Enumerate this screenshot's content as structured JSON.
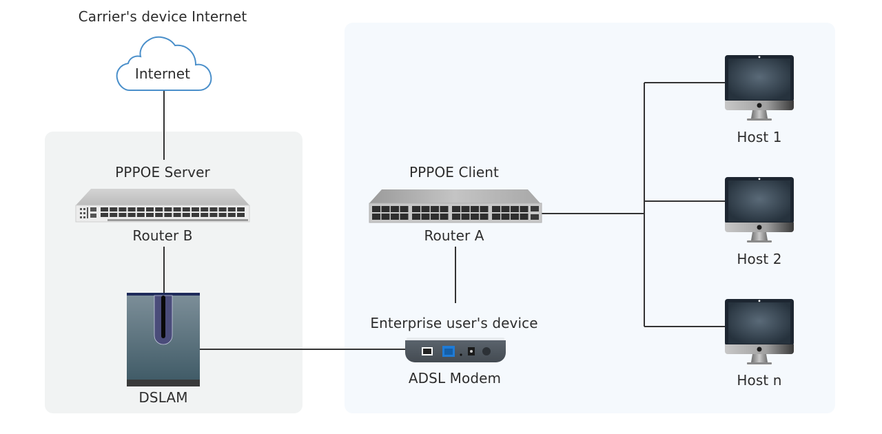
{
  "diagram": {
    "zones": {
      "carrier": {
        "title": "Carrier's device Internet"
      },
      "enterprise": {
        "title": "Enterprise user's device"
      }
    },
    "nodes": {
      "internet": {
        "label": "Internet",
        "icon": "cloud-icon"
      },
      "router_b": {
        "role": "PPPOE Server",
        "label": "Router B",
        "icon": "router-icon"
      },
      "dslam": {
        "label": "DSLAM",
        "icon": "dslam-icon"
      },
      "router_a": {
        "role": "PPPOE Client",
        "label": "Router A",
        "icon": "router-icon"
      },
      "modem": {
        "label": "ADSL Modem",
        "icon": "modem-icon"
      },
      "host1": {
        "label": "Host 1",
        "icon": "monitor-icon"
      },
      "host2": {
        "label": "Host 2",
        "icon": "monitor-icon"
      },
      "hostn": {
        "label": "Host n",
        "icon": "monitor-icon"
      }
    },
    "links": [
      [
        "internet",
        "router_b"
      ],
      [
        "router_b",
        "dslam"
      ],
      [
        "dslam",
        "modem"
      ],
      [
        "modem",
        "router_a"
      ],
      [
        "router_a",
        "host1"
      ],
      [
        "router_a",
        "host2"
      ],
      [
        "router_a",
        "hostn"
      ]
    ],
    "colors": {
      "cloud_stroke": "#4a8fca",
      "link": "#333333",
      "carrier_zone_bg": "#f1f3f3",
      "enterprise_zone_bg": "#f5f9fd",
      "modem_port_blue": "#1f7bd6"
    }
  }
}
